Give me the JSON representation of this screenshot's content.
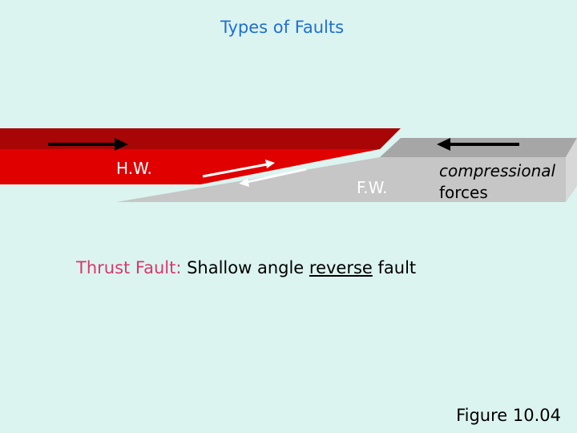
{
  "title": "Types of Faults",
  "labels": {
    "hanging_wall": "H.W.",
    "foot_wall": "F.W.",
    "forces_line1": "compressional",
    "forces_line2": "forces"
  },
  "caption": {
    "term": "Thrust Fault:",
    "pre": " Shallow angle ",
    "underlined": "reverse",
    "post": " fault"
  },
  "figure_label": "Figure 10.04",
  "colors": {
    "background": "#dcf4f0",
    "hanging_wall_front": "#e00000",
    "hanging_wall_top": "#a80606",
    "foot_wall_front": "#c6c6c6",
    "foot_wall_top": "#a6a6a6",
    "title": "#1f6fd6",
    "term": "#d8386c"
  }
}
